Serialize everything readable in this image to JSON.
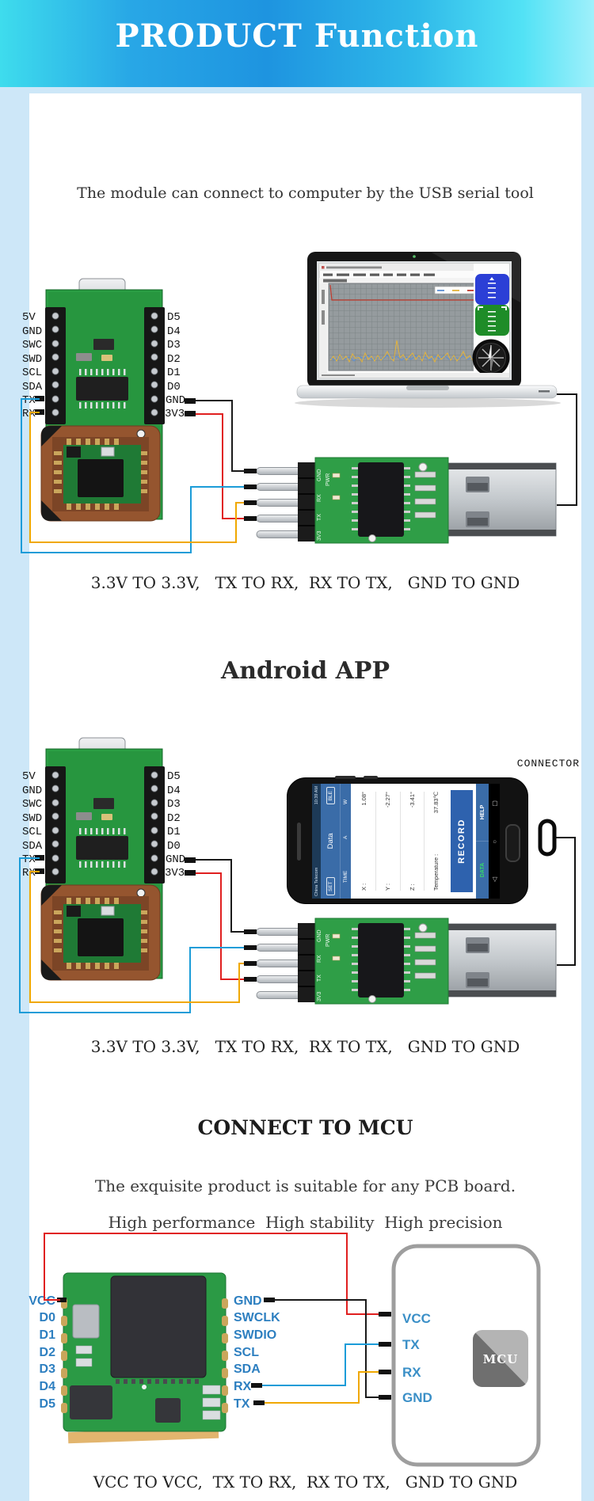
{
  "header": {
    "title": "PRODUCT Function"
  },
  "intro": "The module can connect to computer by the USB serial tool",
  "module_pins": {
    "left": [
      "5V",
      "GND",
      "SWC",
      "SWD",
      "SCL",
      "SDA",
      "TX",
      "RX"
    ],
    "right": [
      "D5",
      "D4",
      "D3",
      "D2",
      "D1",
      "D0",
      "GND",
      "3V3"
    ]
  },
  "adapter": {
    "silk": [
      "GND",
      "RX",
      "TX",
      "3V3"
    ],
    "pwr": "PWR"
  },
  "section_usb": {
    "caption": "3.3V TO 3.3V,   TX TO RX,  RX TO TX,   GND TO GND"
  },
  "section_android": {
    "heading": "Android APP",
    "connector_label": "CONNECTOR",
    "caption": "3.3V TO 3.3V,   TX TO RX,  RX TO TX,   GND TO GND",
    "phone": {
      "carrier": "China Telecom",
      "time": "10:39 AM",
      "nav": {
        "left": "SET",
        "title": "Data",
        "right": "BLE"
      },
      "tabs": [
        "TIME",
        "A",
        "W"
      ],
      "rows": [
        {
          "label": "X :",
          "value": "1.08°"
        },
        {
          "label": "Y :",
          "value": "-2.27°"
        },
        {
          "label": "Z :",
          "value": "-3.41°"
        },
        {
          "label": "Temperature :",
          "value": "37.83℃"
        }
      ],
      "record_button": "RECORD",
      "bottom_tabs": [
        "DATA",
        "HELP"
      ]
    }
  },
  "section_mcu": {
    "heading": "CONNECT TO MCU",
    "subtitle1": "The exquisite product is suitable for any PCB board.",
    "subtitle2": "High performance  High stability  High precision",
    "caption": "VCC TO VCC,  TX TO RX,  RX TO TX,   GND TO GND",
    "chip_pins": {
      "left": [
        "VCC",
        "D0",
        "D1",
        "D2",
        "D3",
        "D4",
        "D5"
      ],
      "right": [
        "GND",
        "SWCLK",
        "SWDIO",
        "SCL",
        "SDA",
        "RX",
        "TX"
      ]
    },
    "mcu_box": {
      "pins": [
        "VCC",
        "TX",
        "RX",
        "GND"
      ],
      "chip_label": "MCU"
    }
  },
  "colors": {
    "header_blue": "#1e94e0",
    "wire_red": "#e01f1f",
    "wire_blue": "#1b9cd8",
    "wire_orange": "#f0a800",
    "wire_black": "#1a1a1a",
    "pin_label_blue": "#2d7fc0",
    "pcb_green": "#2f9e47"
  }
}
